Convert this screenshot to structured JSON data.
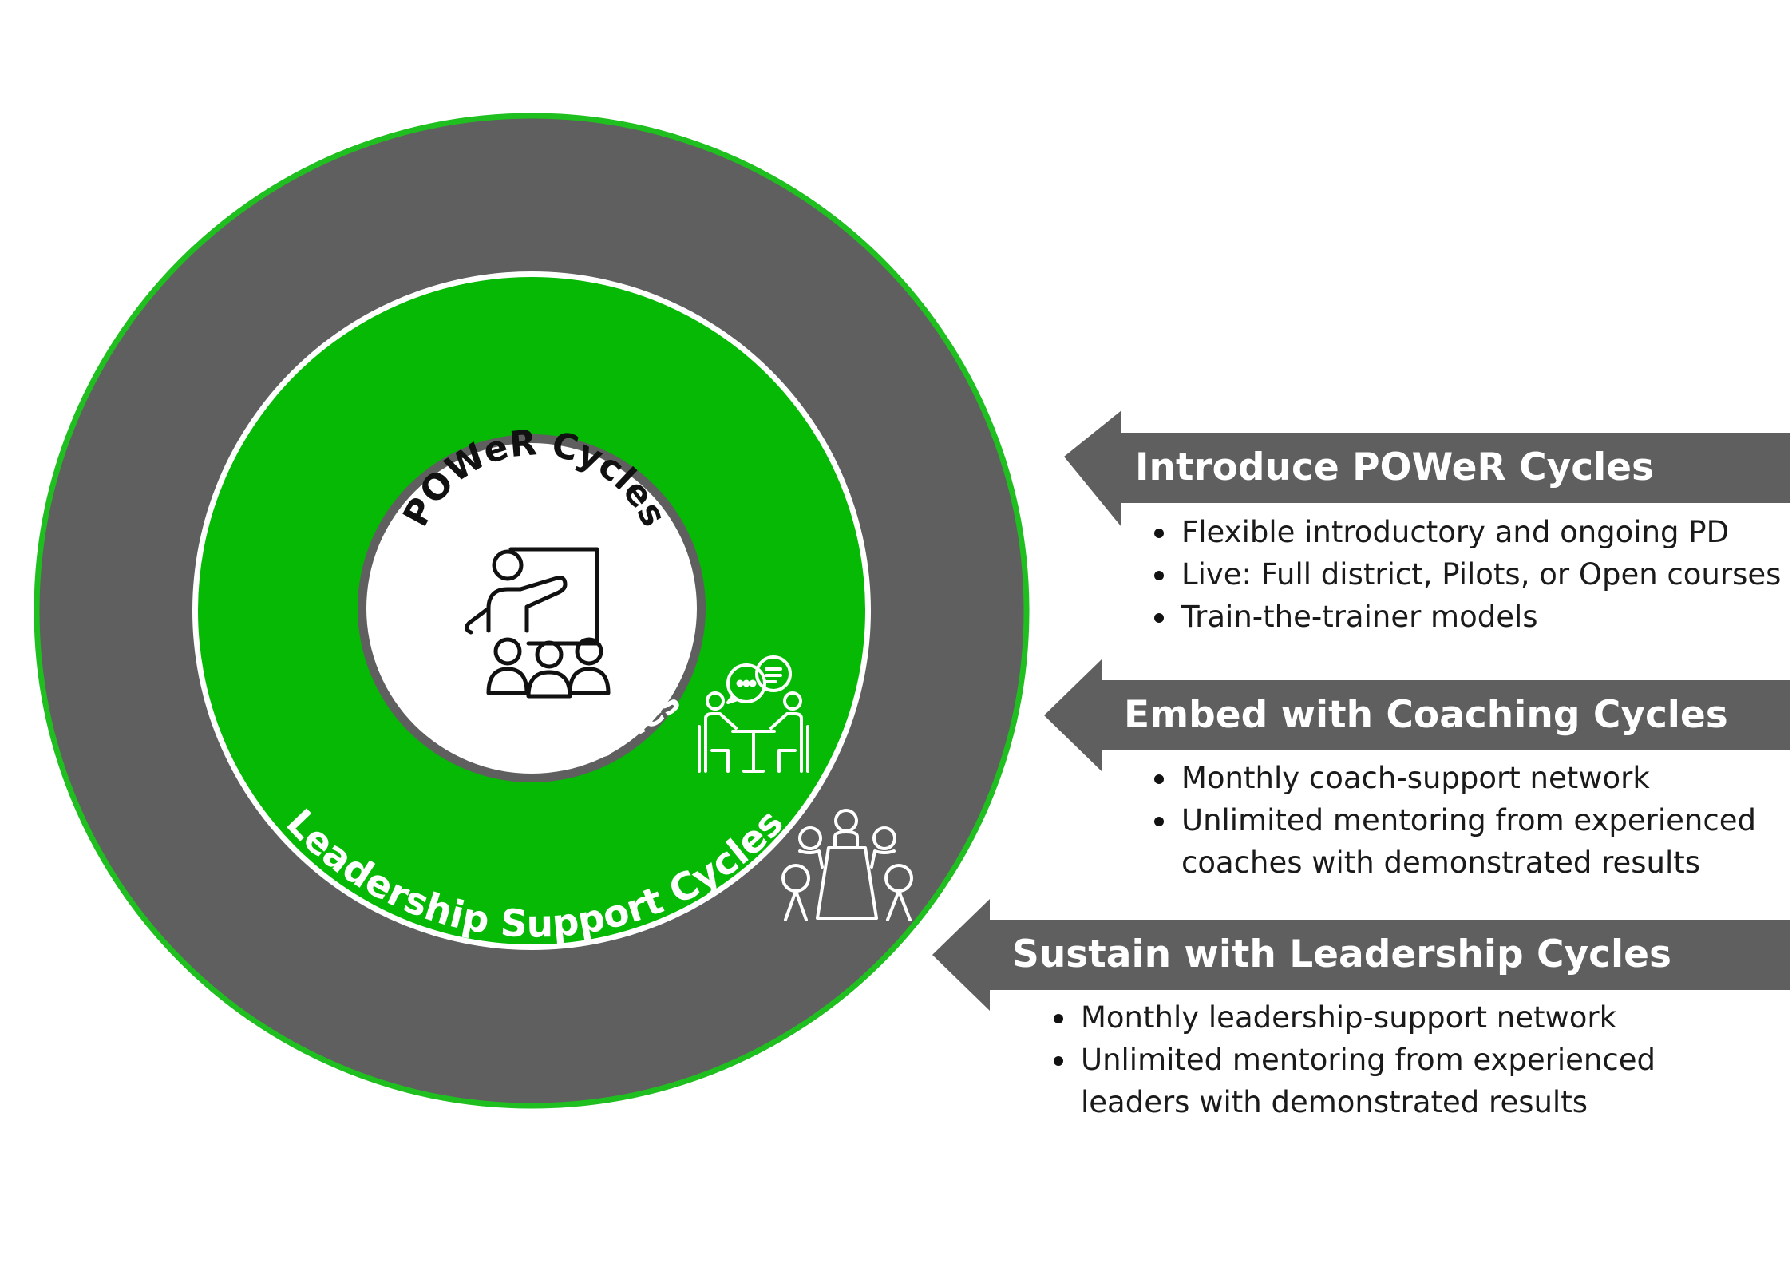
{
  "colors": {
    "outer_ring": "#5f5f5f",
    "outer_border": "#1fbf1f",
    "middle_ring": "#05b905",
    "inner_border": "#5f5f5f",
    "arrow": "#5f5f5f",
    "center": "#ffffff"
  },
  "rings": {
    "center_label": "POWeR Cycles",
    "middle_label": "Coaching Cycles",
    "outer_label": "Leadership Support Cycles"
  },
  "icons": {
    "center": "presenter-teaching-group-icon",
    "middle": "coaching-conversation-icon",
    "outer": "leadership-meeting-table-icon"
  },
  "sections": [
    {
      "title": "Introduce POWeR Cycles",
      "bullets": [
        "Flexible introductory and ongoing PD",
        "Live: Full district, Pilots, or Open courses",
        "Train-the-trainer models"
      ]
    },
    {
      "title": "Embed with Coaching Cycles",
      "bullets": [
        "Monthly coach-support network",
        "Unlimited mentoring from experienced",
        "coaches with demonstrated results"
      ]
    },
    {
      "title": "Sustain with Leadership Cycles",
      "bullets": [
        "Monthly leadership-support network",
        "Unlimited mentoring from experienced",
        "leaders with demonstrated results"
      ]
    }
  ]
}
